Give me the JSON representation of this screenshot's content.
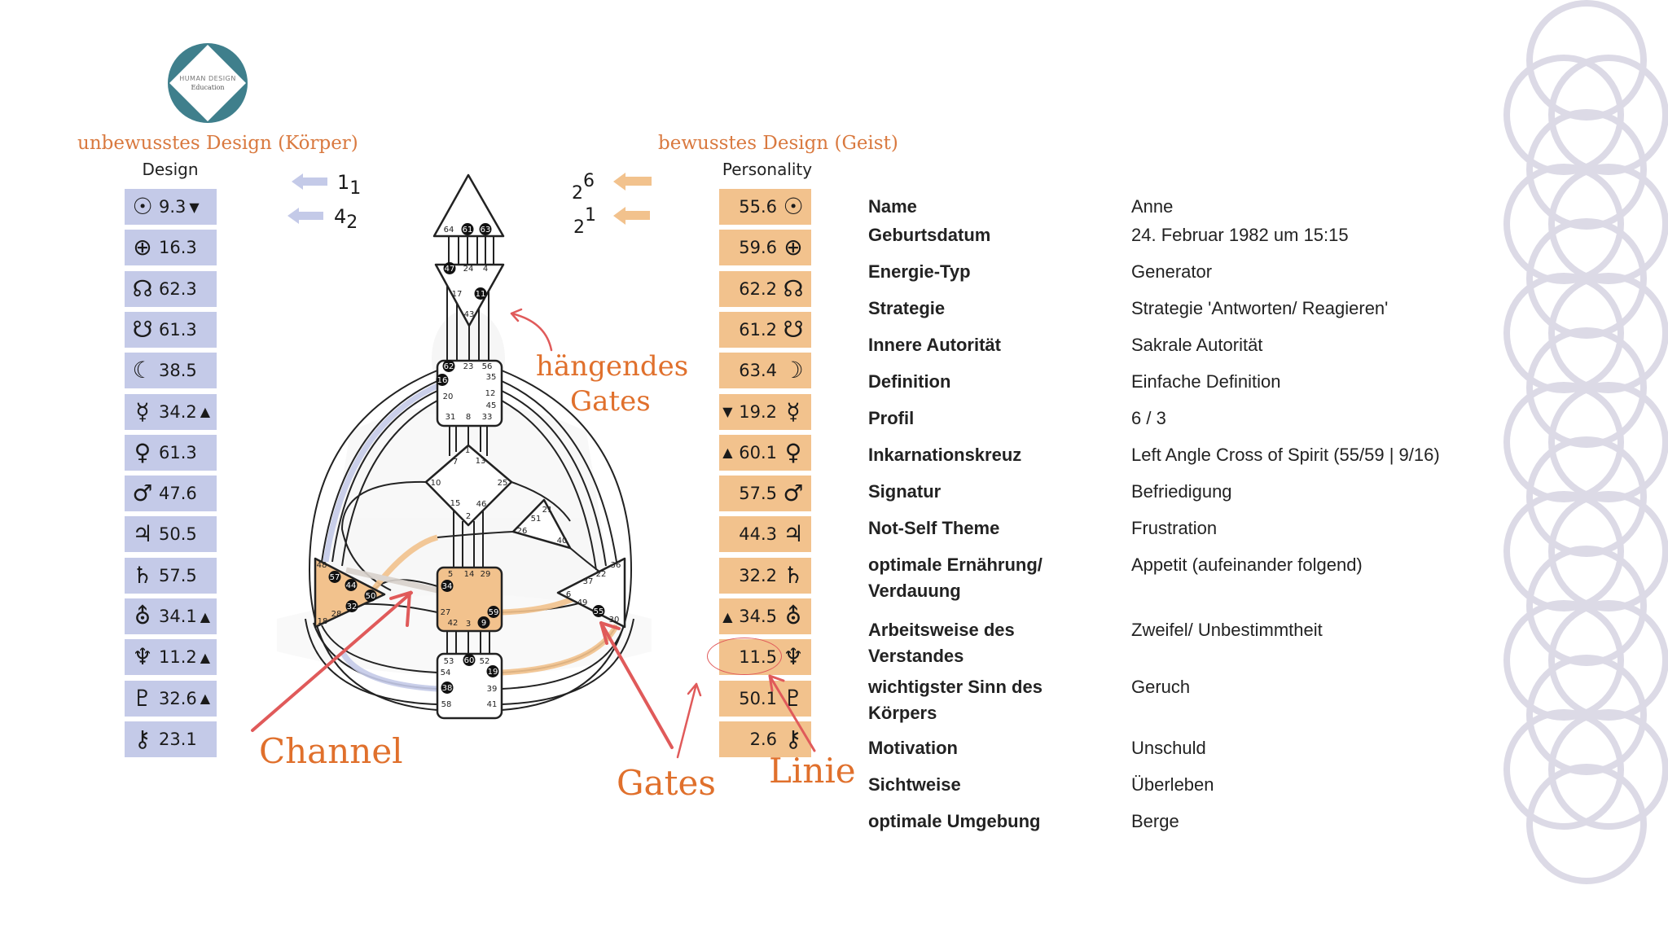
{
  "logo": {
    "line1": "HUMAN DESIGN",
    "line2": "Education"
  },
  "design_title": "unbewusstes Design (Körper)",
  "personality_title": "bewusstes Design (Geist)",
  "design": {
    "header": "Design",
    "color": "#c4cae8",
    "arrows": [
      {
        "main": "1",
        "sub": "1"
      },
      {
        "main": "4",
        "sub": "2"
      }
    ],
    "rows": [
      {
        "icon": "sun-icon",
        "glyph": "☉",
        "value": "9.3",
        "marker": "▼"
      },
      {
        "icon": "earth-icon",
        "glyph": "⊕",
        "value": "16.3",
        "marker": ""
      },
      {
        "icon": "north-node-icon",
        "glyph": "☊",
        "value": "62.3",
        "marker": ""
      },
      {
        "icon": "south-node-icon",
        "glyph": "☋",
        "value": "61.3",
        "marker": ""
      },
      {
        "icon": "moon-icon",
        "glyph": "☾",
        "value": "38.5",
        "marker": ""
      },
      {
        "icon": "mercury-icon",
        "glyph": "☿",
        "value": "34.2",
        "marker": "▲"
      },
      {
        "icon": "venus-icon",
        "glyph": "♀",
        "value": "61.3",
        "marker": ""
      },
      {
        "icon": "mars-icon",
        "glyph": "♂",
        "value": "47.6",
        "marker": ""
      },
      {
        "icon": "jupiter-icon",
        "glyph": "♃",
        "value": "50.5",
        "marker": ""
      },
      {
        "icon": "saturn-icon",
        "glyph": "♄",
        "value": "57.5",
        "marker": ""
      },
      {
        "icon": "uranus-icon",
        "glyph": "⛢",
        "value": "34.1",
        "marker": "▲"
      },
      {
        "icon": "neptune-icon",
        "glyph": "♆",
        "value": "11.2",
        "marker": "▲"
      },
      {
        "icon": "pluto-icon",
        "glyph": "♇",
        "value": "32.6",
        "marker": "▲"
      },
      {
        "icon": "chiron-icon",
        "glyph": "⚷",
        "value": "23.1",
        "marker": ""
      }
    ]
  },
  "personality": {
    "header": "Personality",
    "color": "#f2c28d",
    "arrows": [
      {
        "main": "6",
        "sub": "2"
      },
      {
        "main": "1",
        "sub": "2"
      }
    ],
    "rows": [
      {
        "icon": "sun-icon",
        "glyph": "☉",
        "value": "55.6",
        "marker": ""
      },
      {
        "icon": "earth-icon",
        "glyph": "⊕",
        "value": "59.6",
        "marker": ""
      },
      {
        "icon": "north-node-icon",
        "glyph": "☊",
        "value": "62.2",
        "marker": ""
      },
      {
        "icon": "south-node-icon",
        "glyph": "☋",
        "value": "61.2",
        "marker": ""
      },
      {
        "icon": "moon-icon",
        "glyph": "☽",
        "value": "63.4",
        "marker": ""
      },
      {
        "icon": "mercury-icon",
        "glyph": "☿",
        "value": "19.2",
        "marker": "▼"
      },
      {
        "icon": "venus-icon",
        "glyph": "♀",
        "value": "60.1",
        "marker": "▲"
      },
      {
        "icon": "mars-icon",
        "glyph": "♂",
        "value": "57.5",
        "marker": ""
      },
      {
        "icon": "jupiter-icon",
        "glyph": "♃",
        "value": "44.3",
        "marker": ""
      },
      {
        "icon": "saturn-icon",
        "glyph": "♄",
        "value": "32.2",
        "marker": ""
      },
      {
        "icon": "uranus-icon",
        "glyph": "⛢",
        "value": "34.5",
        "marker": "▲"
      },
      {
        "icon": "neptune-icon",
        "glyph": "♆",
        "value": "11.5",
        "marker": ""
      },
      {
        "icon": "pluto-icon",
        "glyph": "♇",
        "value": "50.1",
        "marker": ""
      },
      {
        "icon": "chiron-icon",
        "glyph": "⚷",
        "value": "2.6",
        "marker": ""
      }
    ]
  },
  "annotations": {
    "hanging_gates_1": "hängendes",
    "hanging_gates_2": "Gates",
    "channel": "Channel",
    "gates": "Gates",
    "line": "Linie",
    "color": "#e0702c",
    "arrow_color": "#e05a5a"
  },
  "bodygraph": {
    "defined_centers_color": "#f2c28d",
    "centers": {
      "head": [
        "64",
        "61",
        "63"
      ],
      "ajna": [
        "47",
        "24",
        "4",
        "17",
        "11",
        "43"
      ],
      "throat": [
        "62",
        "23",
        "56",
        "16",
        "35",
        "20",
        "12",
        "45",
        "31",
        "8",
        "33"
      ],
      "g": [
        "1",
        "7",
        "13",
        "10",
        "25",
        "15",
        "46",
        "2"
      ],
      "heart": [
        "21",
        "51",
        "26",
        "40"
      ],
      "spleen": [
        "48",
        "57",
        "44",
        "50",
        "32",
        "28",
        "18"
      ],
      "sacral": [
        "5",
        "14",
        "29",
        "34",
        "27",
        "59",
        "42",
        "3",
        "9"
      ],
      "solar_plexus": [
        "36",
        "22",
        "37",
        "6",
        "49",
        "55",
        "30"
      ],
      "root": [
        "53",
        "60",
        "52",
        "54",
        "19",
        "38",
        "39",
        "58",
        "41"
      ]
    },
    "activated_gates": [
      "61",
      "63",
      "47",
      "11",
      "62",
      "16",
      "57",
      "44",
      "50",
      "32",
      "34",
      "59",
      "9",
      "55",
      "60",
      "19",
      "38"
    ]
  },
  "info": [
    {
      "label": "Name",
      "value": "Anne"
    },
    {
      "label": "Geburtsdatum",
      "value": "24. Februar 1982 um 15:15"
    },
    {
      "label": "Energie-Typ",
      "value": "Generator"
    },
    {
      "label": "Strategie",
      "value": "Strategie 'Antworten/ Reagieren'"
    },
    {
      "label": "Innere Autorität",
      "value": "Sakrale Autorität"
    },
    {
      "label": "Definition",
      "value": "Einfache Definition"
    },
    {
      "label": "Profil",
      "value": "6 / 3"
    },
    {
      "label": "Inkarnationskreuz",
      "value": "Left Angle Cross of Spirit (55/59 | 9/16)"
    },
    {
      "label": "Signatur",
      "value": "Befriedigung"
    },
    {
      "label": "Not-Self Theme",
      "value": "Frustration"
    },
    {
      "label": "optimale Ernährung/ Verdauung",
      "value": "Appetit (aufeinander folgend)"
    },
    {
      "label": "Arbeitsweise des Verstandes",
      "value": "Zweifel/ Unbestimmtheit"
    },
    {
      "label": "wichtigster Sinn des Körpers",
      "value": "Geruch"
    },
    {
      "label": "Motivation",
      "value": "Unschuld"
    },
    {
      "label": "Sichtweise",
      "value": "Überleben"
    },
    {
      "label": "optimale Umgebung",
      "value": "Berge"
    }
  ]
}
